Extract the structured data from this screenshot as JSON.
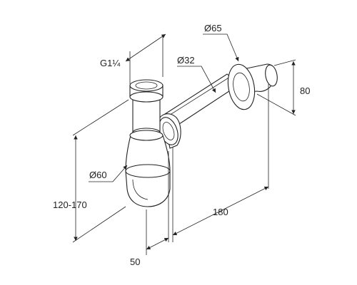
{
  "dimensions": {
    "thread": "G1¼",
    "pipe_diameter": "Ø32",
    "rosette_diameter": "Ø65",
    "cup_diameter": "Ø60",
    "height_range": "120-170",
    "length": "180",
    "offset": "50",
    "rosette_height": "80"
  }
}
